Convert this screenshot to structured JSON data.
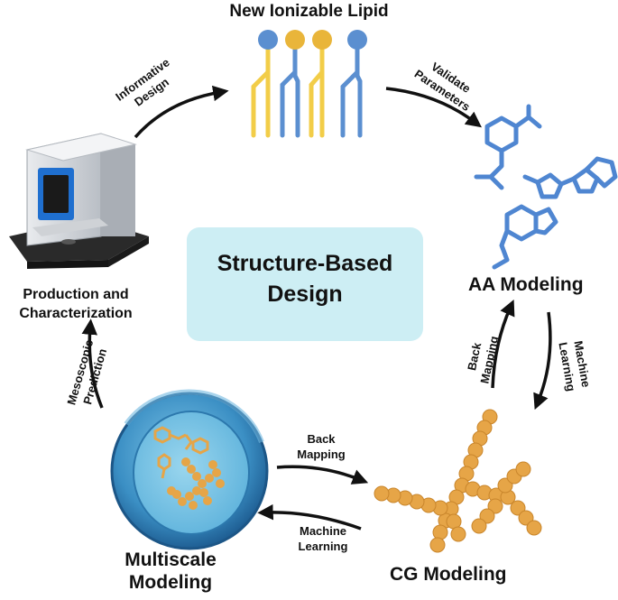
{
  "title": "New Ionizable Lipid",
  "center": {
    "line1": "Structure-Based",
    "line2": "Design"
  },
  "nodes": {
    "aa_modeling": "AA Modeling",
    "cg_modeling": "CG Modeling",
    "multiscale_line1": "Multiscale",
    "multiscale_line2": "Modeling",
    "production_line1": "Production and",
    "production_line2": "Characterization"
  },
  "edges": {
    "informative_line1": "Informative",
    "informative_line2": "Design",
    "validate_line1": "Validate",
    "validate_line2": "Parameters",
    "machine_learning_right_line1": "Machine",
    "machine_learning_right_line2": "Learning",
    "back_mapping_right_line1": "Back",
    "back_mapping_right_line2": "Mapping",
    "back_mapping_bottom_line1": "Back",
    "back_mapping_bottom_line2": "Mapping",
    "machine_learning_bottom_line1": "Machine",
    "machine_learning_bottom_line2": "Learning",
    "mesoscopic_line1": "Mesoscopic",
    "mesoscopic_line2": "Prediction"
  },
  "colors": {
    "lipid_blue": "#5b8fd0",
    "lipid_yellow": "#f2cd48",
    "head_yellow": "#e9b53a",
    "molecule_blue": "#4f86d1",
    "cg_bead_orange": "#e6a547",
    "center_box": "#cdeef4",
    "sphere_blue": "#2f7fb6",
    "arrow": "#111111"
  },
  "icons": [
    "lipid-icon",
    "molecule-icon",
    "cg-polymer-icon",
    "membrane-sphere-icon",
    "instrument-icon"
  ]
}
